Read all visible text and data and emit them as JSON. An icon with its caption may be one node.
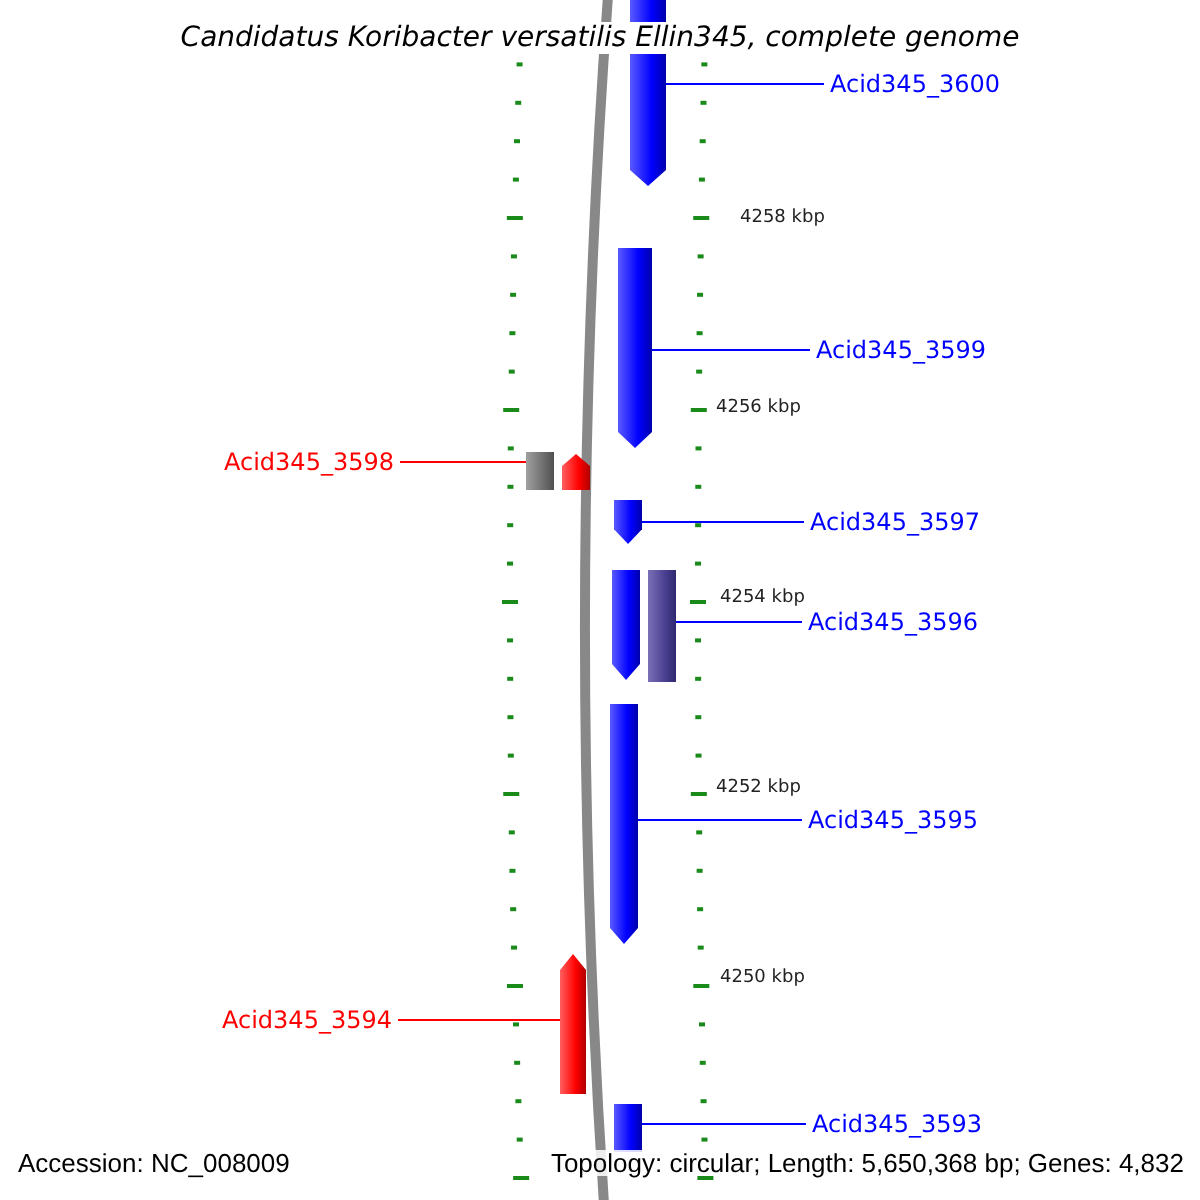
{
  "diagram": {
    "title": "Candidatus Koribacter versatilis Ellin345, complete genome",
    "nodes": [
      {
        "text": [],
        "shape": "arrow"
      },
      {
        "text": [
          "Acid345_3600"
        ]
      },
      {
        "text": [],
        "shape": "arrow"
      },
      {
        "text": [
          "Acid345_3599"
        ]
      },
      {
        "text": [
          "Acid345_3598"
        ]
      },
      {
        "text": [],
        "shape": "box"
      },
      {
        "text": [],
        "shape": "arrow"
      },
      {
        "text": [],
        "shape": "arrow"
      },
      {
        "text": [
          "Acid345_3597"
        ]
      },
      {
        "text": [],
        "shape": "arrow"
      },
      {
        "text": [],
        "shape": "box"
      },
      {
        "text": [
          "Acid345_3596"
        ]
      },
      {
        "text": [],
        "shape": "arrow"
      },
      {
        "text": [
          "Acid345_3595"
        ]
      },
      {
        "text": [
          "Acid345_3594"
        ]
      },
      {
        "text": [],
        "shape": "arrow"
      },
      {
        "text": [],
        "shape": "arrow"
      },
      {
        "text": [
          "Acid345_3593"
        ]
      }
    ],
    "edges": [
      {
        "from": 1,
        "to": 0,
        "arrow": "none"
      },
      {
        "from": 3,
        "to": 2,
        "arrow": "none"
      },
      {
        "from": 4,
        "to": 5,
        "arrow": "none",
        "color": "#ff0000"
      },
      {
        "from": 8,
        "to": 7,
        "arrow": "none"
      },
      {
        "from": 11,
        "to": 10,
        "arrow": "none"
      },
      {
        "from": 13,
        "to": 12,
        "arrow": "none"
      },
      {
        "from": 14,
        "to": 15,
        "arrow": "none",
        "color": "#ff0000"
      },
      {
        "from": 17,
        "to": 16,
        "arrow": "none"
      }
    ],
    "labels": [
      "4258 kbp",
      "4256 kbp",
      "4254 kbp",
      "4252 kbp",
      "4250 kbp",
      "Accession: NC_008009",
      "Topology: circular; Length: 5,650,368 bp; Genes: 4,832"
    ]
  }
}
